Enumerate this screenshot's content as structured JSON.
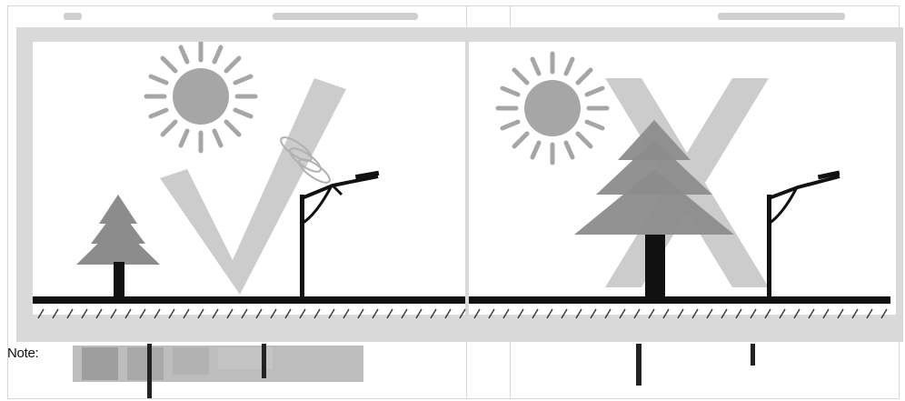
{
  "note_label": "Note:",
  "panels": [
    {
      "id": "correct",
      "verdict": "check",
      "verdict_meaning": "correct-placement",
      "depicts": [
        "sun-icon",
        "small-tree",
        "solar-street-light",
        "ground"
      ]
    },
    {
      "id": "incorrect",
      "verdict": "cross",
      "verdict_meaning": "incorrect-placement",
      "depicts": [
        "sun-icon",
        "large-tree",
        "solar-street-light",
        "ground"
      ]
    }
  ],
  "colors": {
    "overlay_bg": "#d9d9d9",
    "sun": "#a6a6a6",
    "check_mark": "#cccccc",
    "tree": "#8c8c8c",
    "pole": "#111111",
    "ground": "#111111"
  }
}
